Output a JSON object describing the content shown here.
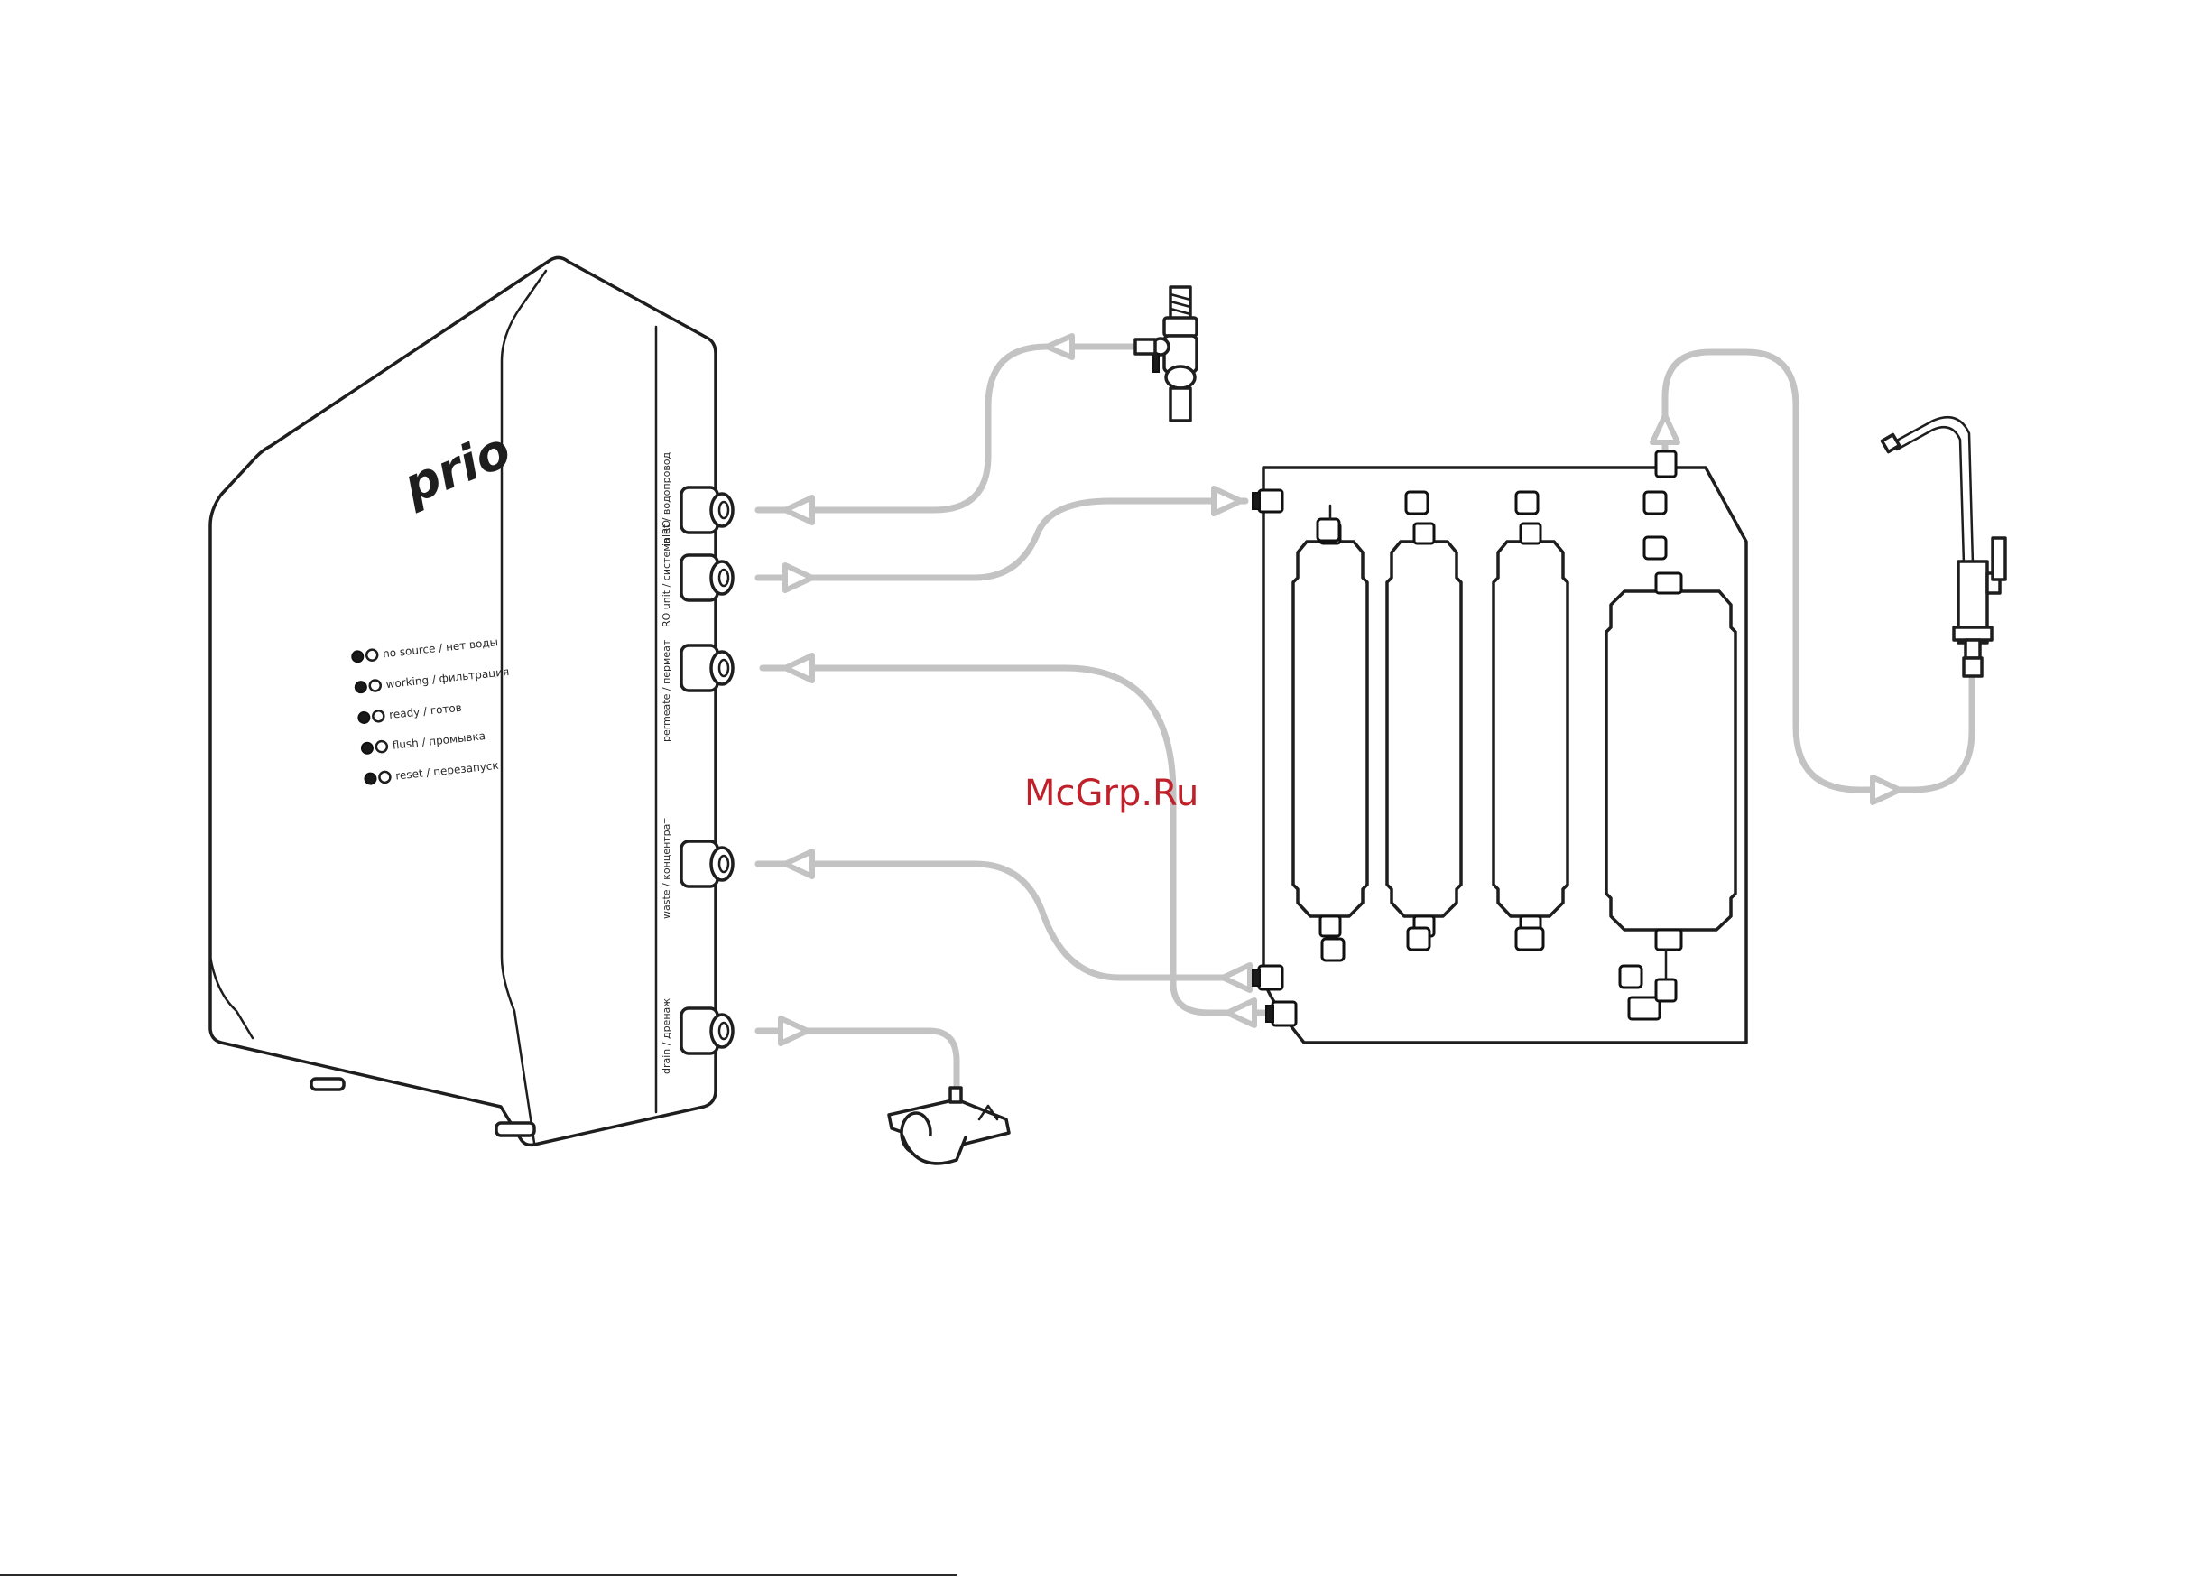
{
  "device": {
    "brand": "prio",
    "indicators": [
      {
        "label": "no source / нет воды"
      },
      {
        "label": "working / фильтрация"
      },
      {
        "label": "ready / готов"
      },
      {
        "label": "flush / промывка"
      },
      {
        "label": "reset / перезапуск"
      }
    ],
    "ports": [
      {
        "label": "inlet / водопровод"
      },
      {
        "label": "RO unit / система RO"
      },
      {
        "label": "permeate / пермеат"
      },
      {
        "label": "waste / концентрат"
      },
      {
        "label": "drain / дренаж"
      }
    ]
  },
  "watermark": "McGrp.Ru",
  "colors": {
    "pipe": "#c3c3c3",
    "outline": "#1e1e1e",
    "watermark": "#c0202a"
  },
  "icons": {
    "feed_valve": "feed-valve-icon",
    "drain_clamp": "drain-clamp-icon",
    "faucet": "faucet-icon",
    "filter_cartridge": "filter-cartridge-icon"
  }
}
